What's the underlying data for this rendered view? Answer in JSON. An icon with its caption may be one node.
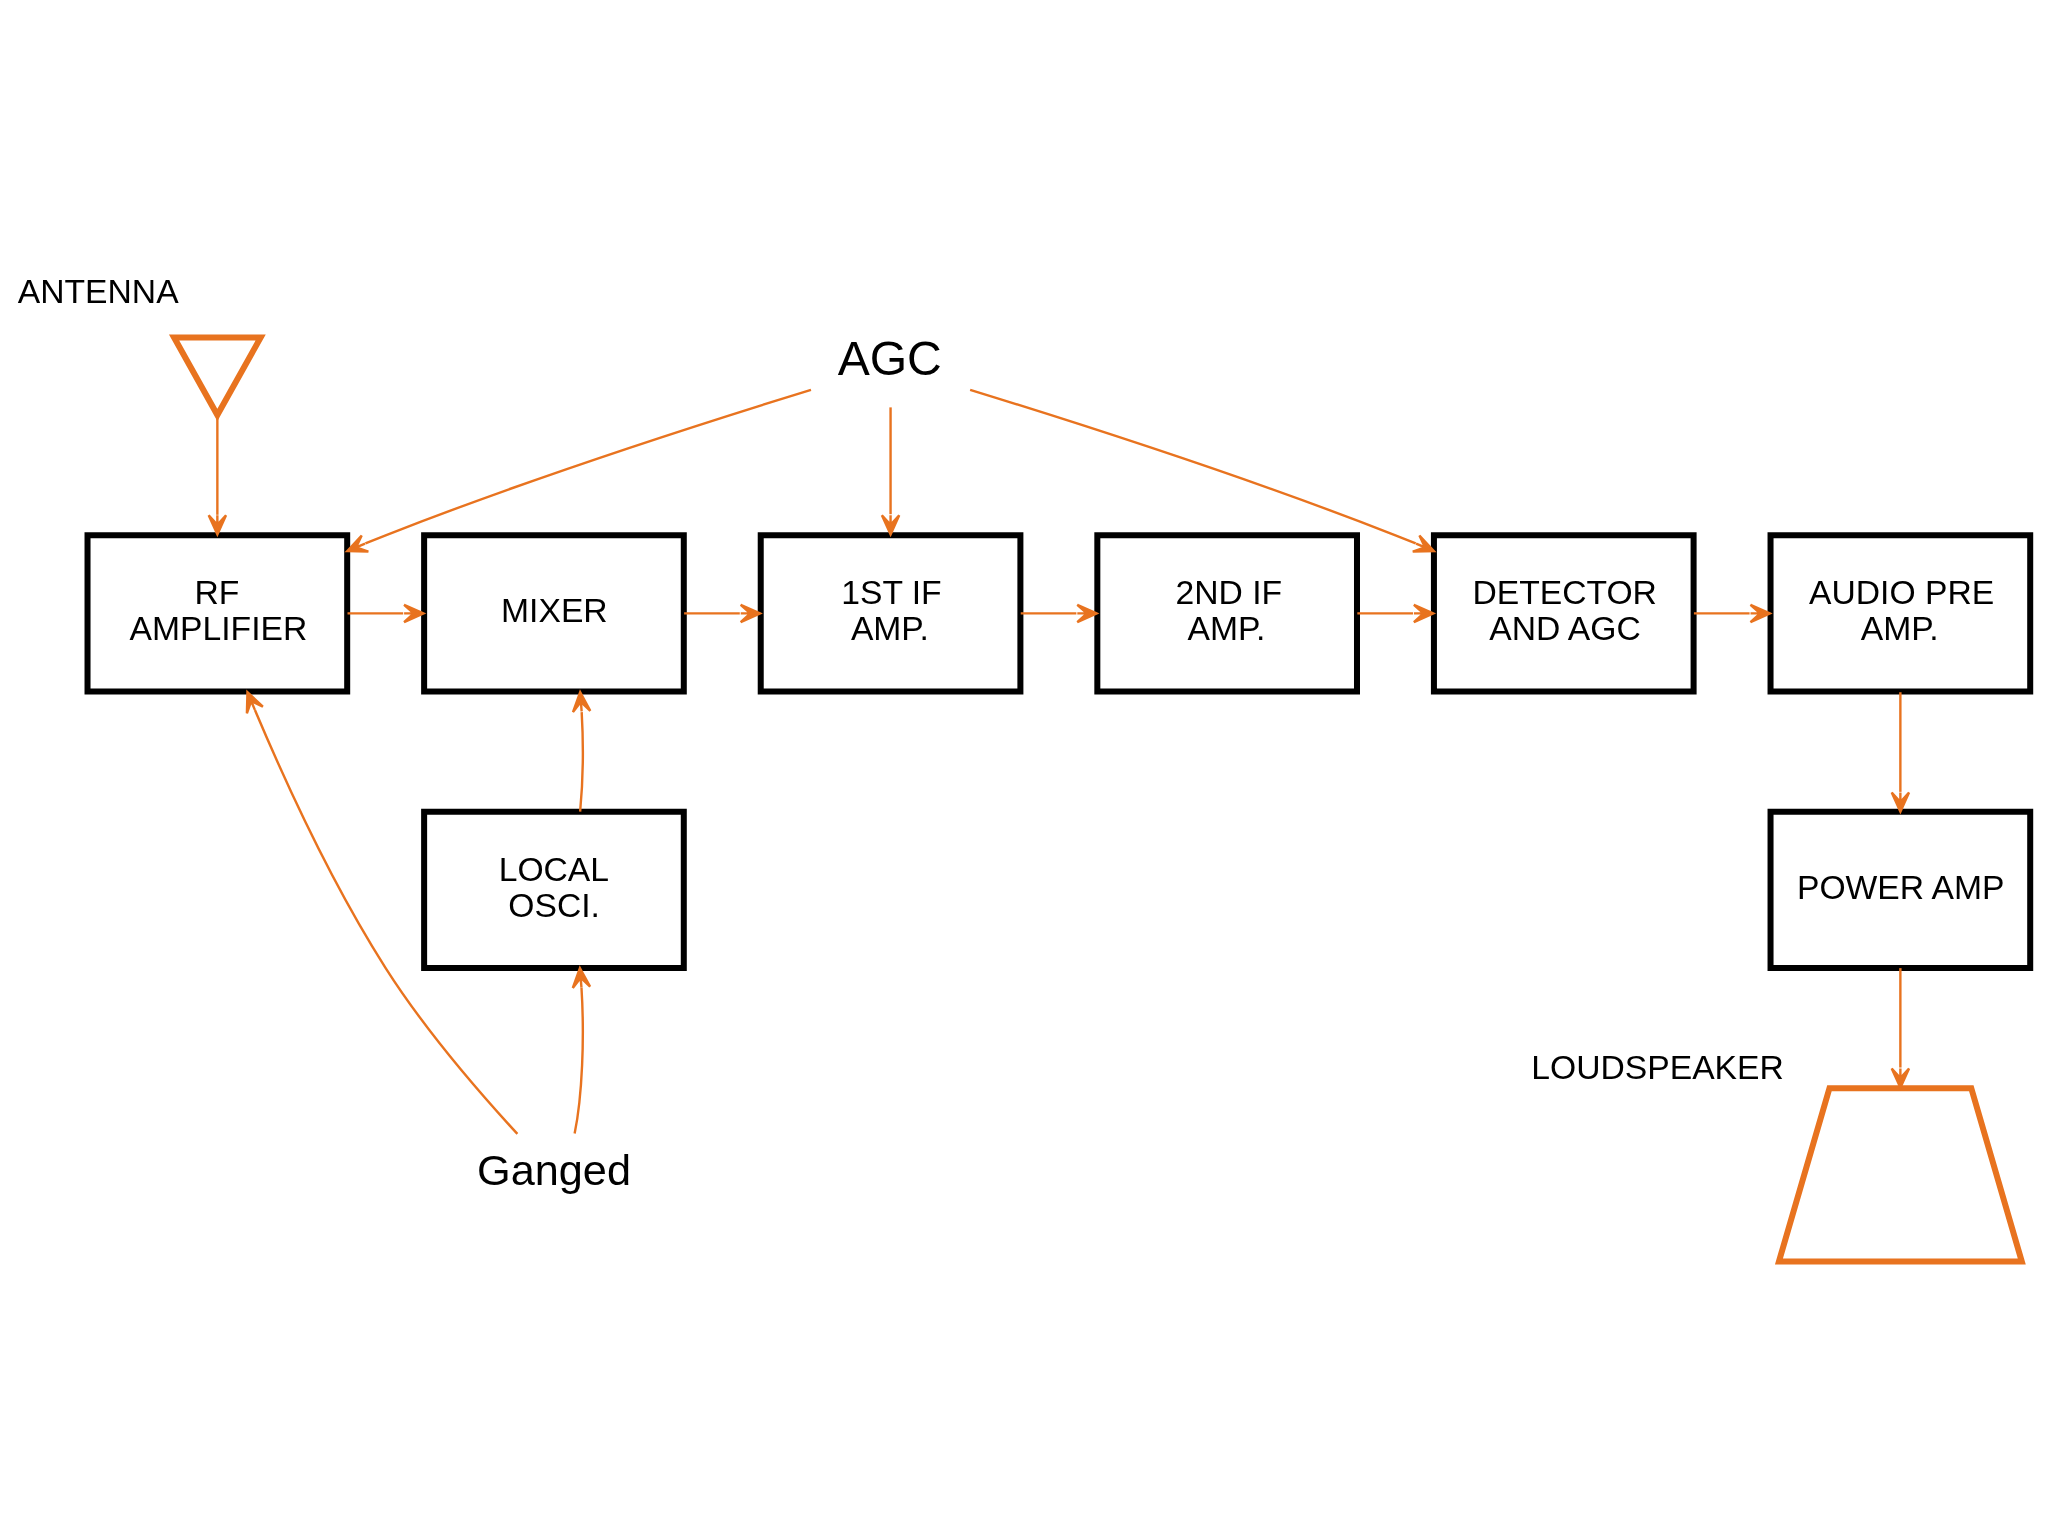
{
  "diagram": {
    "nodes": [
      {
        "text": [],
        "shape": "antenna",
        "beside": [
          "ANTENNA"
        ]
      },
      {
        "text": [
          "RF AMPLIFIER"
        ]
      },
      {
        "text": [
          "MIXER"
        ]
      },
      {
        "text": [
          "1ST IF AMP."
        ]
      },
      {
        "text": [
          "2ND IF AMP."
        ]
      },
      {
        "text": [
          "DETECTOR AND AGC"
        ]
      },
      {
        "text": [
          "AUDIO PRE AMP."
        ]
      },
      {
        "text": [
          "LOCAL OSCI."
        ]
      },
      {
        "text": [
          "POWER AMP"
        ]
      },
      {
        "text": [],
        "shape": "loudspeaker",
        "beside": [
          "LOUDSPEAKER"
        ]
      },
      {
        "text": [
          "AGC"
        ]
      },
      {
        "text": [
          "Ganged"
        ]
      }
    ],
    "edges": [
      {
        "from": 0,
        "to": 1,
        "arrow": "to"
      },
      {
        "from": 1,
        "to": 2,
        "arrow": "to"
      },
      {
        "from": 2,
        "to": 3,
        "arrow": "to"
      },
      {
        "from": 3,
        "to": 4,
        "arrow": "to"
      },
      {
        "from": 4,
        "to": 5,
        "arrow": "to"
      },
      {
        "from": 5,
        "to": 6,
        "arrow": "to"
      },
      {
        "from": 7,
        "to": 2,
        "arrow": "to"
      },
      {
        "from": 6,
        "to": 8,
        "arrow": "to"
      },
      {
        "from": 8,
        "to": 9,
        "arrow": "to"
      },
      {
        "from": 10,
        "to": 1,
        "arrow": "to"
      },
      {
        "from": 10,
        "to": 3,
        "arrow": "to"
      },
      {
        "from": 10,
        "to": 5,
        "arrow": "to"
      },
      {
        "from": 11,
        "to": 1,
        "arrow": "to"
      },
      {
        "from": 11,
        "to": 7,
        "arrow": "to"
      }
    ]
  }
}
